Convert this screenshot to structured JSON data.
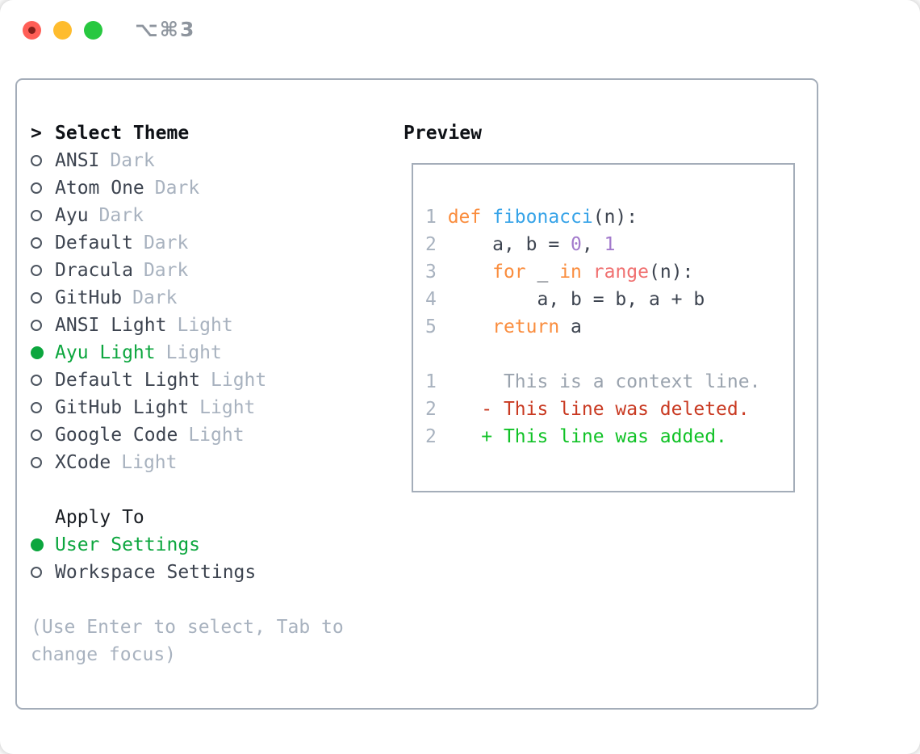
{
  "window": {
    "title": "⌥⌘3",
    "controls": {
      "close": "close",
      "minimize": "minimize",
      "zoom": "zoom"
    }
  },
  "colors": {
    "accent_green": "#0CA63E",
    "diff_added_green": "#10C226",
    "diff_deleted_red": "#C93A22",
    "keyword_orange": "#FA8D3E",
    "function_blue": "#36A3E8",
    "number_purple": "#A37ACC",
    "builtin_coral": "#F07171",
    "muted_gray": "#A8B2BF",
    "text_dark": "#3D4450",
    "border_gray": "#A4ADB9",
    "traffic_red": "#FF5F57",
    "traffic_yellow": "#FEBC2E",
    "traffic_green": "#28C840"
  },
  "theme_panel": {
    "prompt": ">",
    "title": "Select Theme",
    "themes": [
      {
        "name": "ANSI",
        "tag": "Dark",
        "selected": false
      },
      {
        "name": "Atom One",
        "tag": "Dark",
        "selected": false
      },
      {
        "name": "Ayu",
        "tag": "Dark",
        "selected": false
      },
      {
        "name": "Default",
        "tag": "Dark",
        "selected": false
      },
      {
        "name": "Dracula",
        "tag": "Dark",
        "selected": false
      },
      {
        "name": "GitHub",
        "tag": "Dark",
        "selected": false
      },
      {
        "name": "ANSI Light",
        "tag": "Light",
        "selected": false
      },
      {
        "name": "Ayu Light",
        "tag": "Light",
        "selected": true
      },
      {
        "name": "Default Light",
        "tag": "Light",
        "selected": false
      },
      {
        "name": "GitHub Light",
        "tag": "Light",
        "selected": false
      },
      {
        "name": "Google Code",
        "tag": "Light",
        "selected": false
      },
      {
        "name": "XCode",
        "tag": "Light",
        "selected": false
      }
    ],
    "apply_to": {
      "title": "Apply To",
      "options": [
        {
          "name": "User Settings",
          "selected": true
        },
        {
          "name": "Workspace Settings",
          "selected": false
        }
      ]
    },
    "hint": "(Use Enter to select, Tab to change focus)"
  },
  "preview": {
    "title": "Preview",
    "lines": [
      [
        [
          "1 ",
          "gutter"
        ],
        [
          "def ",
          "kw"
        ],
        [
          "fibonacci",
          "fn"
        ],
        [
          "(n):",
          "fg"
        ]
      ],
      [
        [
          "2 ",
          "gutter"
        ],
        [
          "    a, b = ",
          "fg"
        ],
        [
          "0",
          "num"
        ],
        [
          ", ",
          "fg"
        ],
        [
          "1",
          "num"
        ]
      ],
      [
        [
          "3 ",
          "gutter"
        ],
        [
          "    ",
          "fg"
        ],
        [
          "for",
          "kw"
        ],
        [
          " _ ",
          "fg"
        ],
        [
          "in",
          "kw"
        ],
        [
          " ",
          "fg"
        ],
        [
          "range",
          "builtin"
        ],
        [
          "(n):",
          "fg"
        ]
      ],
      [
        [
          "4 ",
          "gutter"
        ],
        [
          "        a, b = b, a + b",
          "fg"
        ]
      ],
      [
        [
          "5 ",
          "gutter"
        ],
        [
          "    ",
          "fg"
        ],
        [
          "return",
          "kw"
        ],
        [
          " a",
          "fg"
        ]
      ],
      [],
      [
        [
          "1 ",
          "gutter"
        ],
        [
          "     This is a context line.",
          "muted"
        ]
      ],
      [
        [
          "2 ",
          "gutter"
        ],
        [
          "   - This line was deleted.",
          "del"
        ]
      ],
      [
        [
          "2 ",
          "gutter"
        ],
        [
          "   + This line was added.",
          "add"
        ]
      ]
    ]
  }
}
